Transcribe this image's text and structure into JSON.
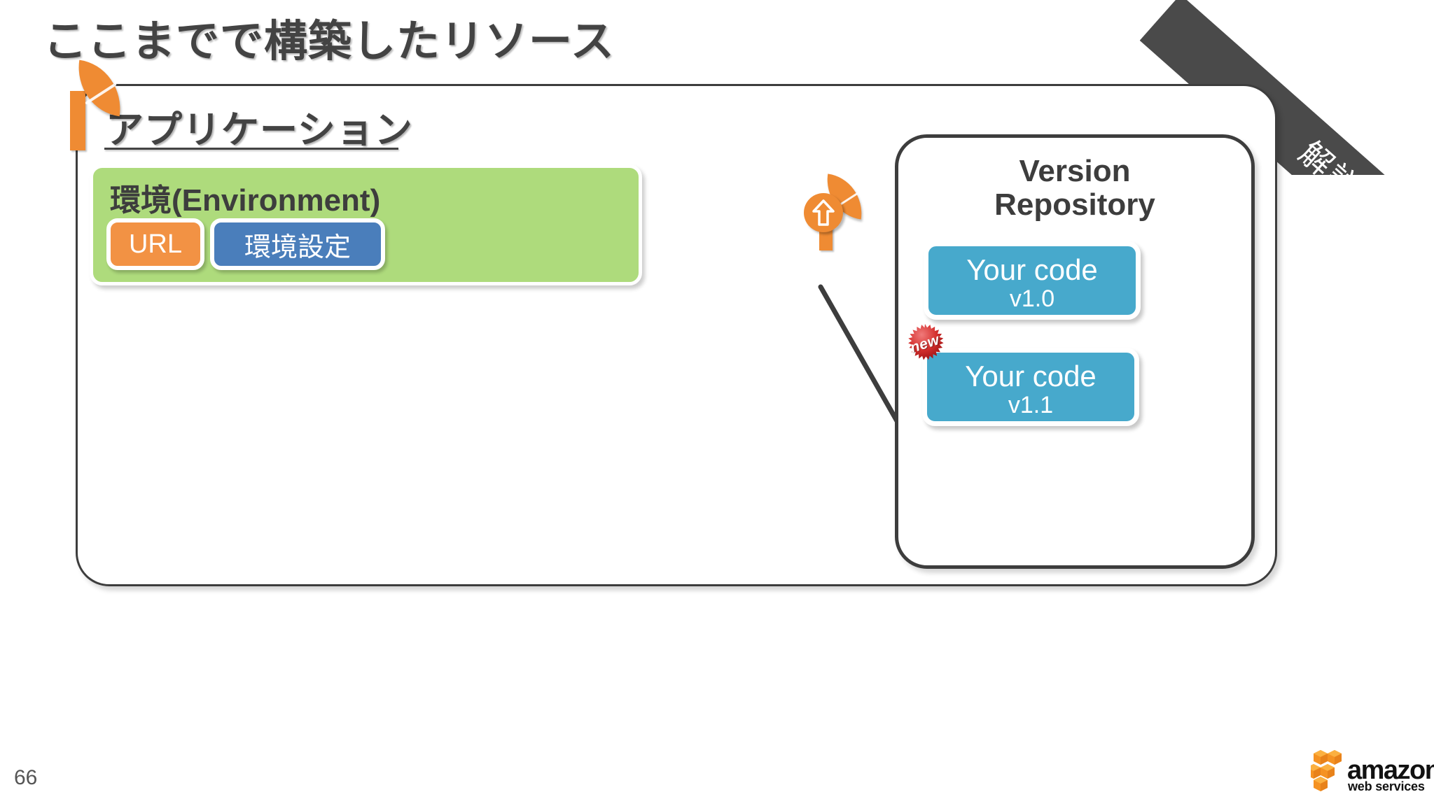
{
  "slide": {
    "title": "ここまでで構築したリソース",
    "page_number": "66"
  },
  "ribbon": {
    "label": "解説ページ",
    "background_color": "#4a4a4a",
    "text_color": "#ffffff"
  },
  "application": {
    "title": "アプリケーション",
    "environment": {
      "title": "環境(Environment)",
      "background_color": "#aedb7c",
      "chips": [
        {
          "label": "URL",
          "color": "#f29244"
        },
        {
          "label": "環境設定",
          "color": "#4a7ebb"
        }
      ],
      "upload_icon": "upload-arrow-icon",
      "beanstalk_icon": "elastic-beanstalk-leaf-icon"
    }
  },
  "repository": {
    "title_line1": "Version",
    "title_line2": "Repository",
    "items": [
      {
        "name": "Your code",
        "version": "v1.0",
        "color": "#47a9cc",
        "badge": ""
      },
      {
        "name": "Your code",
        "version": "v1.1",
        "color": "#47a9cc",
        "badge": "new"
      }
    ]
  },
  "footer": {
    "logo_word": "amazon",
    "logo_sub": "web services"
  }
}
